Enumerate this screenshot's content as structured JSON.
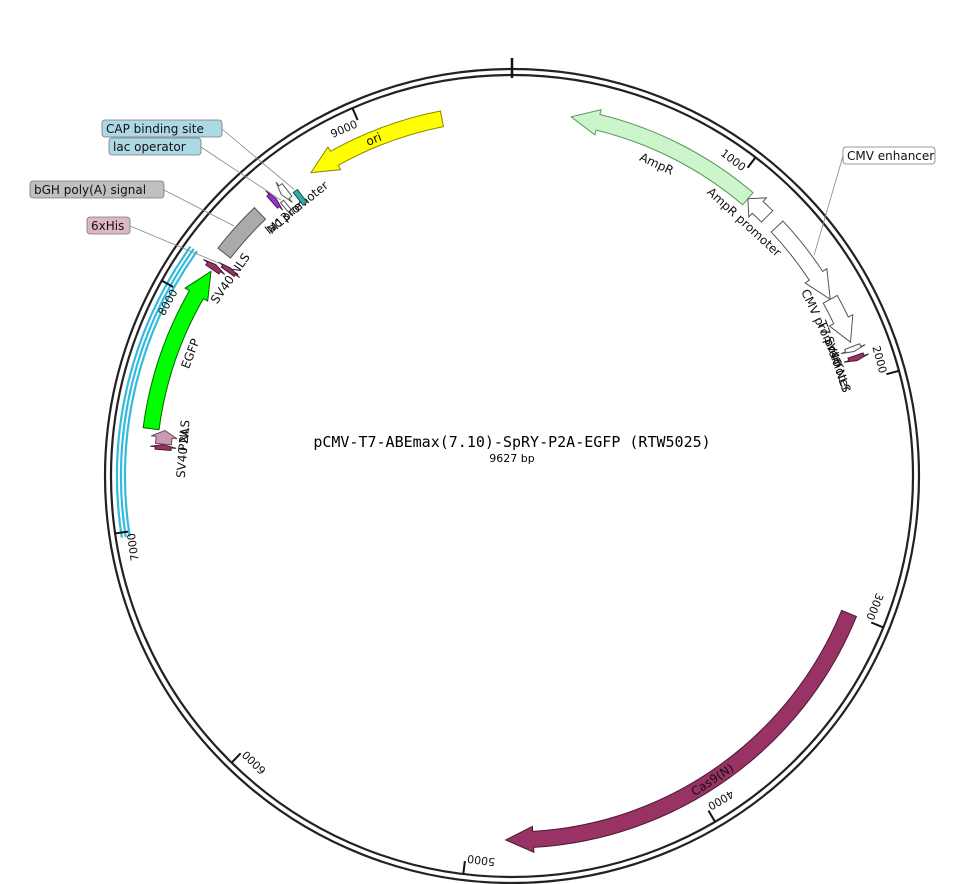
{
  "plasmid": {
    "name": "pCMV-T7-ABEmax(7.10)-SpRY-P2A-EGFP (RTW5025)",
    "length_label": "9627 bp",
    "length": 9627
  },
  "ticks": [
    {
      "bp": 1000,
      "label": "1000"
    },
    {
      "bp": 2000,
      "label": "2000"
    },
    {
      "bp": 3000,
      "label": "3000"
    },
    {
      "bp": 4000,
      "label": "4000"
    },
    {
      "bp": 5000,
      "label": "5000"
    },
    {
      "bp": 6000,
      "label": "6000"
    },
    {
      "bp": 7000,
      "label": "7000"
    },
    {
      "bp": 8000,
      "label": "8000"
    },
    {
      "bp": 9000,
      "label": "9000"
    }
  ],
  "features": [
    {
      "name": "ori-arrow",
      "label": "ori",
      "start": 8730,
      "end": 9330,
      "dir": -1,
      "track": 0,
      "color": "#ffff00",
      "stroke": "#8a8a00",
      "label_mode": "inside"
    },
    {
      "name": "ampr-arrow",
      "label": "AmpR",
      "start": 250,
      "end": 1080,
      "dir": -1,
      "track": 0,
      "color": "#ccf5cc",
      "stroke": "#5a9a5a",
      "label_mode": "below"
    },
    {
      "name": "ampr-promoter-arrow",
      "label": "AmpR promoter",
      "start": 1080,
      "end": 1190,
      "dir": -1,
      "track": 0,
      "color": "#ffffff",
      "stroke": "#555555",
      "label_mode": "below"
    },
    {
      "name": "cmv-enhancer-arrow",
      "label": "CMV enhancer",
      "start": 1250,
      "end": 1630,
      "dir": 1,
      "track": 0,
      "color": "#ffffff",
      "stroke": "#555555",
      "label_mode": "callout"
    },
    {
      "name": "cmv-promoter-arrow",
      "label": "CMV promoter",
      "start": 1630,
      "end": 1830,
      "dir": 1,
      "track": 0,
      "color": "#ffffff",
      "stroke": "#555555",
      "label_mode": "below"
    },
    {
      "name": "t7-promoter-arrow",
      "label": "T7 promoter",
      "start": 1850,
      "end": 1872,
      "dir": 1,
      "track": 0,
      "color": "#ffffff",
      "stroke": "#555555",
      "label_mode": "below"
    },
    {
      "name": "sv40-nls-1-arrow",
      "label": "SV40 NLS",
      "start": 1890,
      "end": 1912,
      "dir": 1,
      "track": 0,
      "color": "#993366",
      "stroke": "#4a1a33",
      "label_mode": "below"
    },
    {
      "name": "cas9n-arrow",
      "label": "Cas9(N)",
      "start": 3000,
      "end": 4840,
      "dir": 1,
      "track": 0,
      "color": "#993366",
      "stroke": "#4a1a33",
      "label_mode": "inside-white"
    },
    {
      "name": "sv40-nls-2-arrow",
      "label": "SV40 NLS",
      "start": 7335,
      "end": 7357,
      "dir": 1,
      "track": 1,
      "color": "#993366",
      "stroke": "#4a1a33",
      "label_mode": "below"
    },
    {
      "name": "p2a-arrow",
      "label": "P2A",
      "start": 7360,
      "end": 7420,
      "dir": 1,
      "track": 1,
      "color": "#cc99b3",
      "stroke": "#6b4a5a",
      "label_mode": "below"
    },
    {
      "name": "egfp-arrow",
      "label": "EGFP",
      "start": 7420,
      "end": 8135,
      "dir": 1,
      "track": 0,
      "color": "#00ff00",
      "stroke": "#006600",
      "label_mode": "below"
    },
    {
      "name": "sv40-nls-3-arrow",
      "label": "SV40 NLS",
      "start": 8145,
      "end": 8170,
      "dir": 1,
      "track": 0,
      "color": "#993366",
      "stroke": "#4a1a33",
      "label_mode": "below"
    },
    {
      "name": "6xhis-arrow",
      "label": "6xHis",
      "start": 8175,
      "end": 8195,
      "dir": 1,
      "track": 1,
      "color": "#993366",
      "stroke": "#4a1a33",
      "label_mode": "callout"
    },
    {
      "name": "bgh-polya-box",
      "label": "bGH poly(A) signal",
      "start": 8230,
      "end": 8455,
      "dir": 0,
      "track": 0,
      "color": "#aaaaaa",
      "stroke": "#555555",
      "label_mode": "callout"
    },
    {
      "name": "m13-rev-arrow",
      "label": "M13 rev",
      "start": 8525,
      "end": 8547,
      "dir": 1,
      "track": 0,
      "color": "#9933cc",
      "stroke": "#4a1a66",
      "label_mode": "below"
    },
    {
      "name": "lac-operator-box",
      "label": "lac operator",
      "start": 8550,
      "end": 8567,
      "dir": 0,
      "track": 1,
      "color": "#ffffff",
      "stroke": "#555555",
      "label_mode": "callout"
    },
    {
      "name": "lac-promoter-arrow",
      "label": "lac promoter",
      "start": 8575,
      "end": 8606,
      "dir": -1,
      "track": 0,
      "color": "#ffffff",
      "stroke": "#555555",
      "label_mode": "below"
    },
    {
      "name": "cap-binding-box",
      "label": "CAP binding site",
      "start": 8620,
      "end": 8642,
      "dir": 0,
      "track": 1,
      "color": "#33aaaa",
      "stroke": "#1a5555",
      "label_mode": "callout"
    }
  ],
  "callouts": [
    {
      "name": "callout-cap-binding-site",
      "label": "CAP binding site",
      "bg": "#add8e6"
    },
    {
      "name": "callout-lac-operator",
      "label": "lac operator",
      "bg": "#add8e6"
    },
    {
      "name": "callout-bgh-polya",
      "label": "bGH poly(A) signal",
      "bg": "#c0c0c0"
    },
    {
      "name": "callout-6xhis",
      "label": "6xHis",
      "bg": "#e0b5c8"
    },
    {
      "name": "callout-cmv-enhancer",
      "label": "CMV enhancer",
      "bg": "#ffffff"
    }
  ],
  "highlight": {
    "start": 6980,
    "end": 8170,
    "color": "#33bbdd"
  }
}
